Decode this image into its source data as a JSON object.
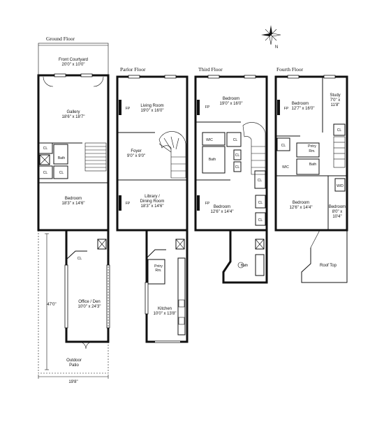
{
  "floors": {
    "ground": {
      "title": "Ground Floor",
      "courtyard_name": "Front Courtyard",
      "courtyard_size": "20'0\" x 10'0\"",
      "gallery_name": "Gallery",
      "gallery_size": "18'6\" x 18'7\"",
      "cl1": "CL",
      "bath": "Bath",
      "cl2": "CL",
      "cl3": "CL",
      "bedroom_name": "Bedroom",
      "bedroom_size": "18'3\" x 14'6\"",
      "cl4": "CL",
      "office_name": "Office / Den",
      "office_size": "10'0\" x 24'3\"",
      "patio_name": "Outdoor",
      "patio_name2": "Patio",
      "dim_vertical": "47'0\"",
      "dim_horizontal": "19'8\""
    },
    "parlor": {
      "title": "Parlor Floor",
      "living_name": "Living Room",
      "living_size": "19'0\" x 16'0\"",
      "fp1": "FP",
      "foyer_name": "Foyer",
      "foyer_size": "9'0\" x 9'0\"",
      "library_name": "Library /",
      "library_name2": "Dining Room",
      "library_size": "18'3\" x 14'6\"",
      "fp2": "FP",
      "pantry_name": "Pntry",
      "pantry_name2": "Rm.",
      "kitchen_name": "Kitchen",
      "kitchen_size": "10'0\" x 13'8\""
    },
    "third": {
      "title": "Third Floor",
      "bedroom1_name": "Bedroom",
      "bedroom1_size": "19'0\" x 16'0\"",
      "fp1": "FP",
      "wic": "WIC",
      "cl1": "CL",
      "bath": "Bath",
      "cl2": "CL",
      "cl3": "CL",
      "cl4": "CL",
      "fp2": "FP",
      "bedroom2_name": "Bedroom",
      "bedroom2_size": "12'6\" x 14'4\"",
      "cl5": "CL",
      "cl6": "CL",
      "bath2": "Bath"
    },
    "fourth": {
      "title": "Fourth Floor",
      "bedroom1_name": "Bedroom",
      "bedroom1_fp": "FP",
      "bedroom1_size": "12'7\" x 16'0\"",
      "study_name": "Study",
      "study_size1": "7'0\" x",
      "study_size2": "11'8\"",
      "cl1": "CL",
      "pantry_name": "Pntry",
      "pantry_name2": "Rm.",
      "cl2": "CL",
      "wic": "WIC",
      "bath": "Bath",
      "wd": "W/D",
      "bedroom2_name": "Bedroom",
      "bedroom2_size": "12'6\" x 14'4\"",
      "bedroom3_name": "Bedroom",
      "bedroom3_size1": "8'0\" x",
      "bedroom3_size2": "10'4\"",
      "rooftop": "Roof Top"
    }
  },
  "compass": {
    "north_label": "N",
    "icon": "compass-rose-icon"
  }
}
